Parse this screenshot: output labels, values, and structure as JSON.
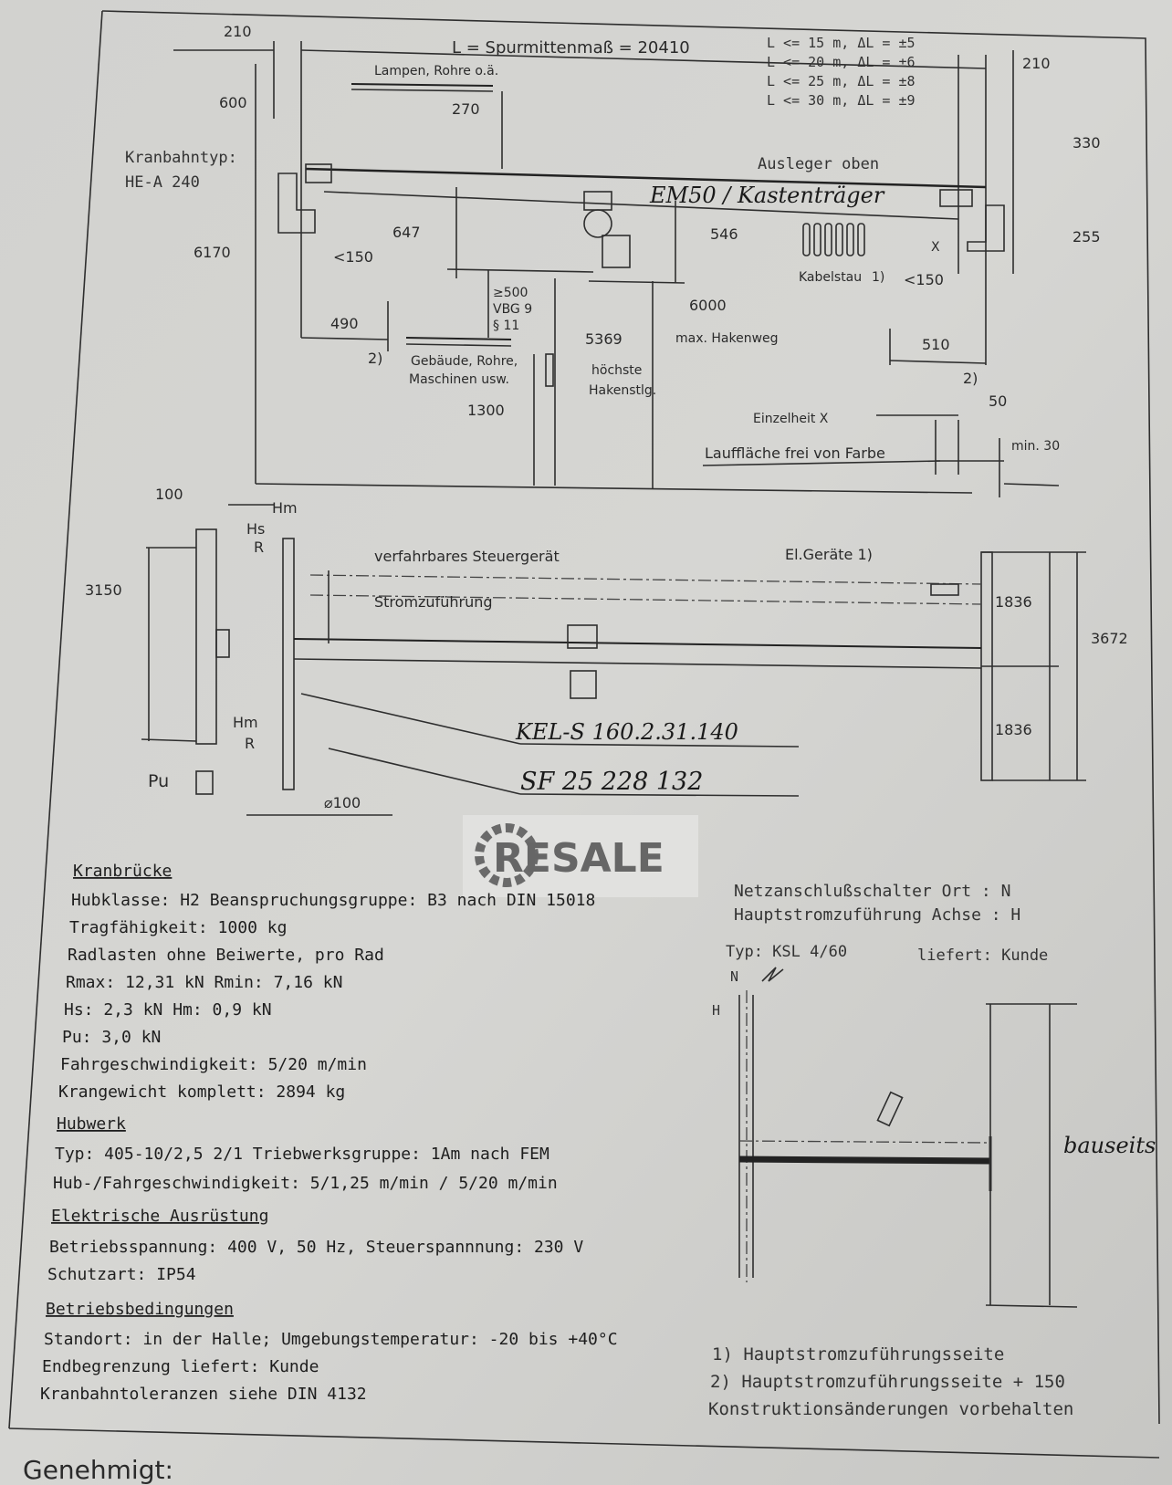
{
  "top_view": {
    "dim_left_210": "210",
    "span_label": "L = Spurmittenmaß = 20410",
    "tolerances": [
      "L <= 15 m, ΔL = ±5",
      "L <= 20 m, ΔL = ±6",
      "L <= 25 m, ΔL = ±8",
      "L <= 30 m, ΔL = ±9"
    ],
    "dim_right_210": "210",
    "lamps": "Lampen, Rohre o.ä.",
    "dim_270": "270",
    "dim_600": "600",
    "rail_type_label": "Kranbahntyp:",
    "rail_type": "HE-A 240",
    "boom": "Ausleger oben",
    "girder_handwritten": "EM50 / Kastenträger",
    "dim_330": "330",
    "dim_255": "255",
    "dim_647": "647",
    "dim_546": "546",
    "dim_6170": "6170",
    "dim_150_left": "<150",
    "dim_150_right": "<150",
    "cable": "Kabelstau",
    "cable_note": "1)",
    "x_marker": "X",
    "clearance": "≥500",
    "vbg": "VBG 9",
    "paragraph": "§ 11",
    "dim_490": "490",
    "note2_left": "2)",
    "note2_right": "2)",
    "buildings": [
      "Gebäude, Rohre,",
      "Maschinen usw."
    ],
    "dim_6000": "6000",
    "max_hook": "max. Hakenweg",
    "dim_5369": "5369",
    "highest_hook": [
      "höchste",
      "Hakenstlg."
    ],
    "dim_510": "510",
    "dim_1300": "1300",
    "detail": "Einzelheit X",
    "dim_50": "50",
    "paint_free": "Lauffläche frei von Farbe",
    "min30": "min. 30"
  },
  "plan_view": {
    "dim_100": "100",
    "hm_top": "Hm",
    "hs": "Hs",
    "r_top": "R",
    "dim_3150": "3150",
    "hm_bottom": "Hm",
    "r_bottom": "R",
    "pu": "Pu",
    "control": "verfahrbares Steuergerät",
    "power": "Stromzuführung",
    "el_devices": "El.Geräte   1)",
    "dim_1836_top": "1836",
    "dim_1836_bottom": "1836",
    "dim_3672": "3672",
    "part1_handwritten": "KEL-S 160.2.31.140",
    "part2_handwritten": "SF 25 228 132",
    "diameter": "⌀100"
  },
  "watermark": "RESALE",
  "specs": {
    "kranbruecke": {
      "heading": "Kranbrücke",
      "lines": [
        "Hubklasse: H2   Beanspruchungsgruppe: B3  nach DIN 15018",
        "Tragfähigkeit:  1000 kg",
        "Radlasten ohne Beiwerte, pro Rad",
        "Rmax: 12,31 kN   Rmin:  7,16 kN",
        "Hs:  2,3 kN    Hm:  0,9 kN",
        "Pu:  3,0 kN",
        "Fahrgeschwindigkeit: 5/20  m/min",
        "Krangewicht komplett:  2894 kg"
      ]
    },
    "hubwerk": {
      "heading": "Hubwerk",
      "lines": [
        "Typ: 405-10/2,5 2/1   Triebwerksgruppe: 1Am nach FEM",
        "Hub-/Fahrgeschwindigkeit: 5/1,25 m/min  /  5/20 m/min"
      ]
    },
    "elektrik": {
      "heading": "Elektrische Ausrüstung",
      "lines": [
        "Betriebsspannung: 400 V, 50 Hz, Steuerspannnung: 230 V",
        "Schutzart: IP54"
      ]
    },
    "betrieb": {
      "heading": "Betriebsbedingungen",
      "lines": [
        "Standort: in der Halle;  Umgebungstemperatur: -20 bis +40°C",
        "Endbegrenzung liefert: Kunde",
        "Kranbahntoleranzen siehe DIN 4132"
      ]
    }
  },
  "connection": {
    "switch": "Netzanschlußschalter Ort    :  N",
    "axis": "Hauptstromzuführung Achse :  H",
    "type": "Typ: KSL 4/60",
    "supplier": "liefert: Kunde",
    "n": "N",
    "h": "H",
    "onsite_handwritten": "bauseits"
  },
  "footnotes": [
    "1) Hauptstromzuführungsseite",
    "2) Hauptstromzuführungsseite + 150",
    "Konstruktionsänderungen vorbehalten"
  ],
  "approved": "Genehmigt:"
}
